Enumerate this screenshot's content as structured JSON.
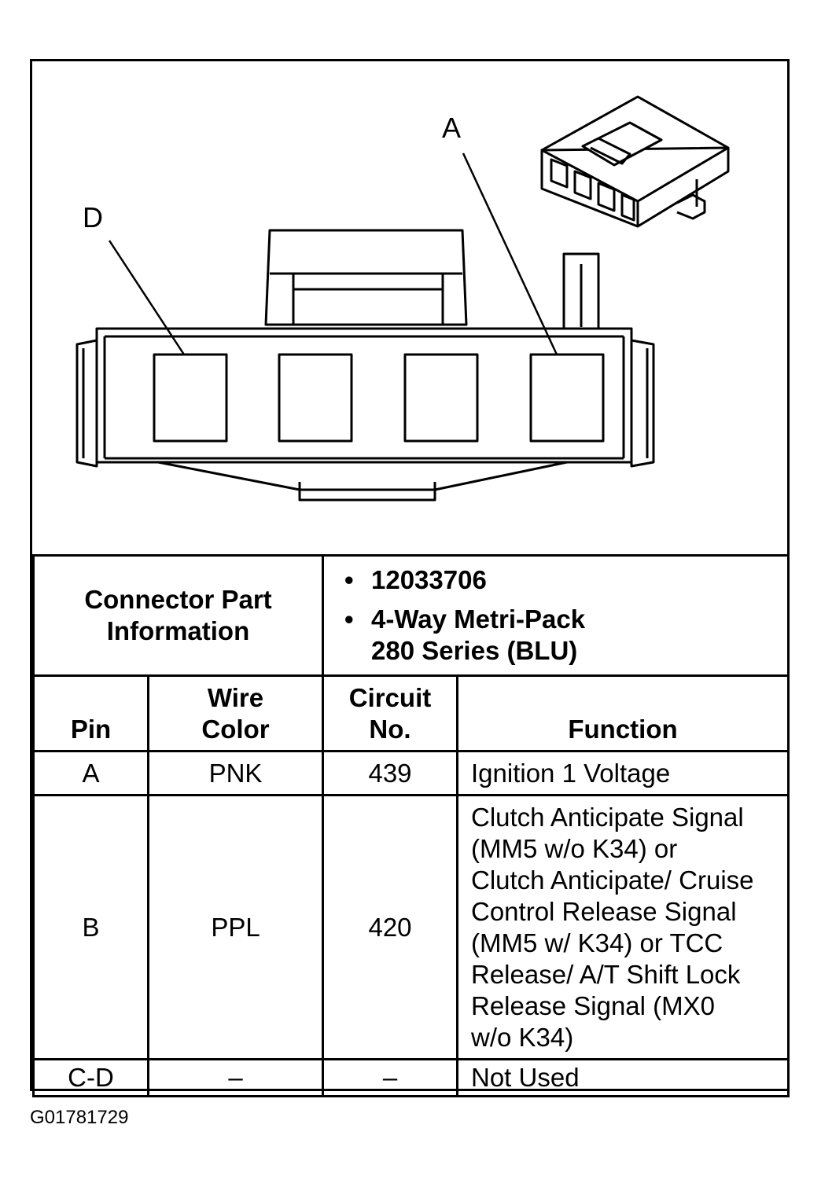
{
  "diagram": {
    "label_a": "A",
    "label_d": "D"
  },
  "info": {
    "title_line1": "Connector Part",
    "title_line2": "Information",
    "items": [
      "12033706",
      "4-Way Metri-Pack",
      "280 Series (BLU)"
    ]
  },
  "table": {
    "headers": {
      "pin": "Pin",
      "wire_color_1": "Wire",
      "wire_color_2": "Color",
      "circuit_1": "Circuit",
      "circuit_2": "No.",
      "function": "Function"
    },
    "rows": [
      {
        "pin": "A",
        "wire": "PNK",
        "circuit": "439",
        "function_lines": [
          "Ignition 1 Voltage"
        ]
      },
      {
        "pin": "B",
        "wire": "PPL",
        "circuit": "420",
        "function_lines": [
          "Clutch Anticipate Signal",
          "(MM5 w/o K34) or",
          "Clutch Anticipate/ Cruise",
          "Control Release Signal",
          "(MM5 w/ K34) or TCC",
          "Release/ A/T Shift Lock",
          "Release Signal (MX0",
          "w/o K34)"
        ]
      },
      {
        "pin": "C-D",
        "wire": "–",
        "circuit": "–",
        "function_lines": [
          "Not Used"
        ]
      }
    ]
  },
  "figure_id": "G01781729"
}
